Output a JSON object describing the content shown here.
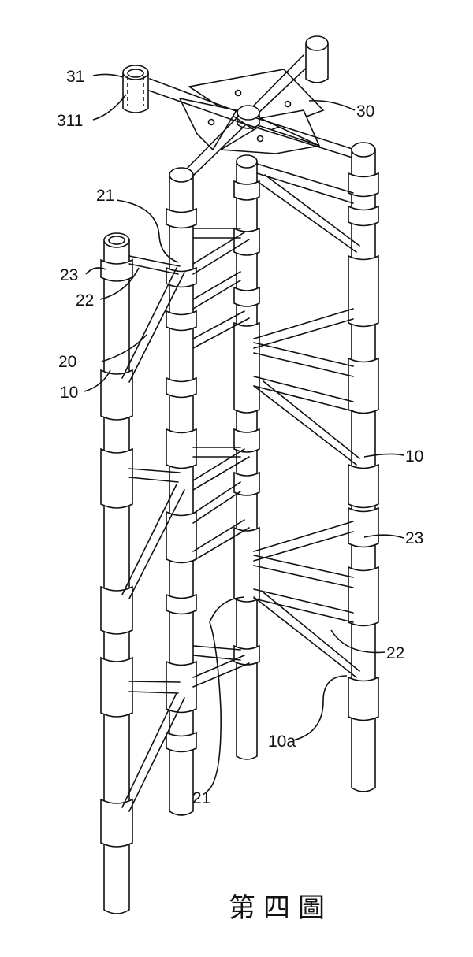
{
  "figure": {
    "caption": "第四圖",
    "labels": {
      "l31": "31",
      "l311": "311",
      "l30": "30",
      "l21_top": "21",
      "l23_left": "23",
      "l22_left": "22",
      "l20": "20",
      "l10_left": "10",
      "l10_right": "10",
      "l23_right": "23",
      "l22_right": "22",
      "l10a": "10a",
      "l21_bottom": "21"
    }
  }
}
